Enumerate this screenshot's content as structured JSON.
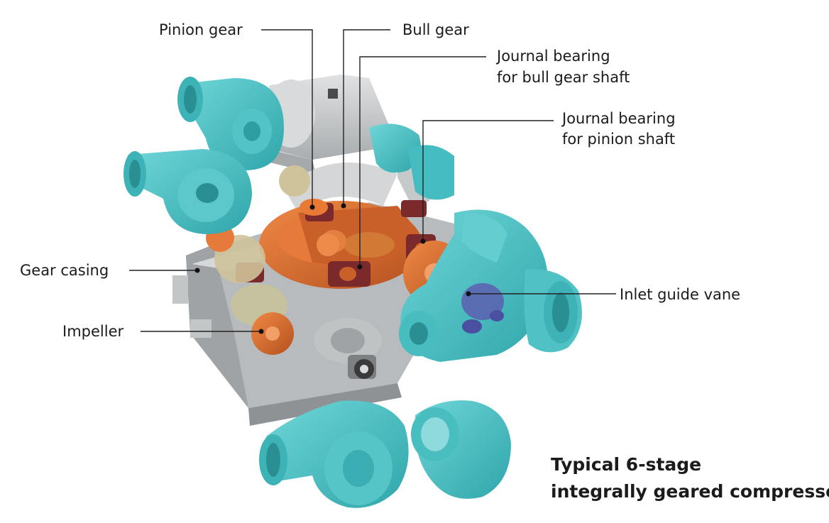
{
  "labels": {
    "pinion_gear": "Pinion gear",
    "bull_gear": "Bull gear",
    "journal_bull_line1": "Journal bearing",
    "journal_bull_line2": "for bull gear shaft",
    "journal_pinion_line1": "Journal bearing",
    "journal_pinion_line2": "for pinion shaft",
    "gear_casing": "Gear casing",
    "inlet_guide_vane": "Inlet guide vane",
    "impeller": "Impeller"
  },
  "caption": {
    "line1": "Typical 6-stage",
    "line2": "integrally geared compressor"
  },
  "colors": {
    "volute": "#4cc4c7",
    "volute_dark": "#2e9ea3",
    "casing": "#c9cbcc",
    "casing_dark": "#9ea2a4",
    "gear": "#d9692e",
    "gear_dark": "#a8471a",
    "bearing": "#7a2a2a",
    "coupling": "#cfc39a",
    "leader": "#222222"
  }
}
